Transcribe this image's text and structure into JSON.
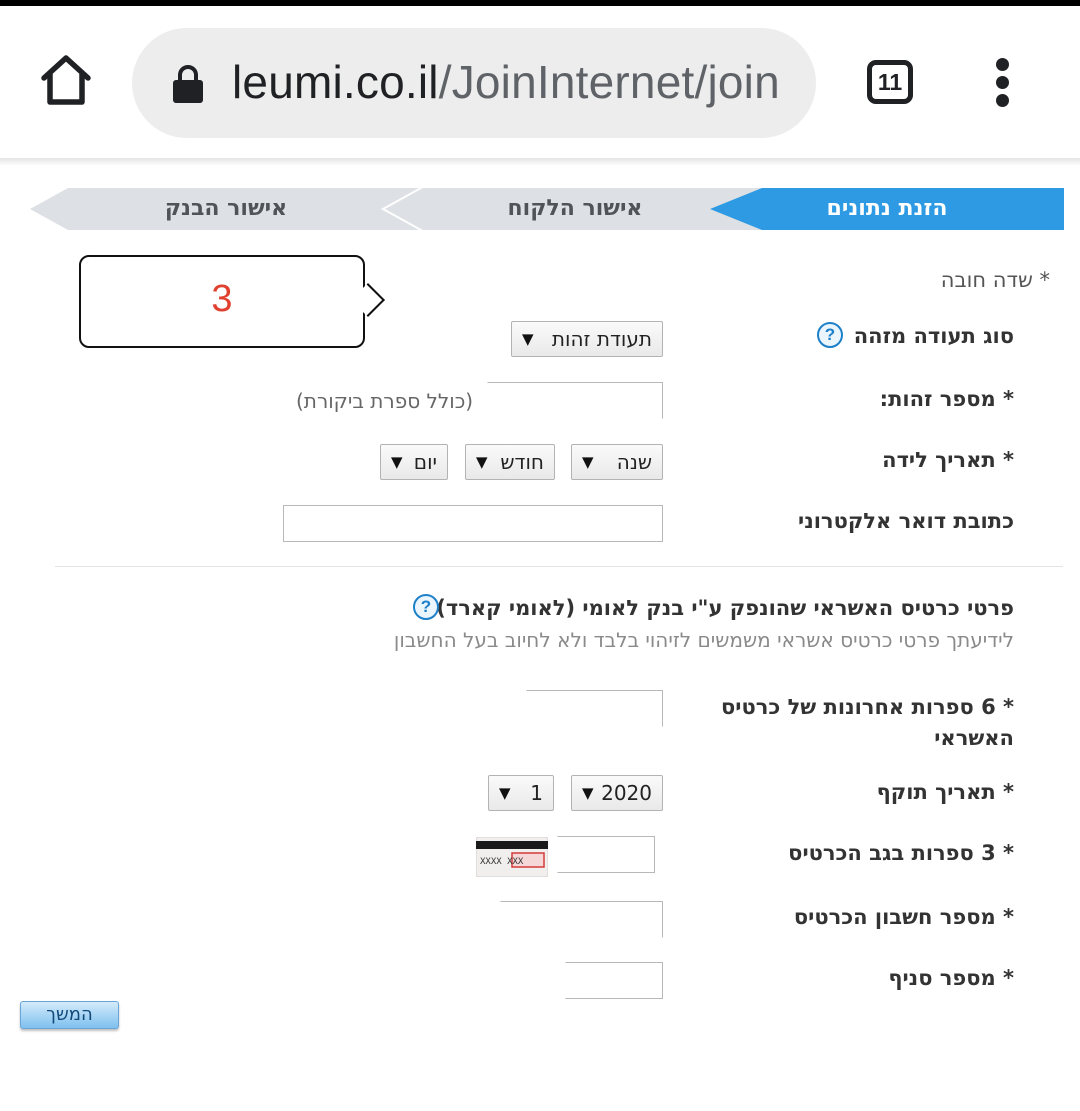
{
  "browser": {
    "url_host": "leumi.co.il",
    "url_path": "/JoinInternet/join",
    "tab_count": "11"
  },
  "steps": [
    {
      "label": "הזנת נתונים",
      "active": true
    },
    {
      "label": "אישור הלקוח",
      "active": false
    },
    {
      "label": "אישור הבנק",
      "active": false
    }
  ],
  "required_note": "* שדה חובה",
  "callout_number": "3",
  "form": {
    "id_type_label": "סוג תעודה מזהה",
    "id_type_value": "תעודת זהות",
    "id_number_label": "* מספר זהות:",
    "id_number_hint": "(כולל ספרת ביקורת)",
    "birth_label": "* תאריך לידה",
    "birth_year": "שנה",
    "birth_month": "חודש",
    "birth_day": "יום",
    "email_label": "כתובת דואר אלקטרוני"
  },
  "card_section": {
    "title": "פרטי כרטיס האשראי שהונפק ע\"י בנק לאומי (לאומי קארד)",
    "subtitle": "לידיעתך פרטי כרטיס אשראי משמשים לזיהוי בלבד ולא לחיוב בעל החשבון",
    "last6_label_line1": "* 6 ספרות אחרונות של כרטיס",
    "last6_label_line2": "האשראי",
    "expiry_label": "* תאריך תוקף",
    "expiry_year": "2020",
    "expiry_month": "1",
    "cvv_label": "* 3 ספרות בגב הכרטיס",
    "cvv_image_text": "XXXX XXX",
    "account_label": "* מספר חשבון הכרטיס",
    "branch_label": "* מספר סניף"
  },
  "continue_label": "המשך",
  "colors": {
    "active_step": "#2d9ae3",
    "inactive_step": "#dde0e4",
    "help_icon": "#1d80c8",
    "callout_number": "#e0412e",
    "continue_button": "#7ec0ee"
  },
  "icons": {
    "home": "home-icon",
    "lock": "lock-icon",
    "menu": "more-vert-icon",
    "help": "question-mark-icon",
    "cvv": "credit-card-back-icon"
  }
}
